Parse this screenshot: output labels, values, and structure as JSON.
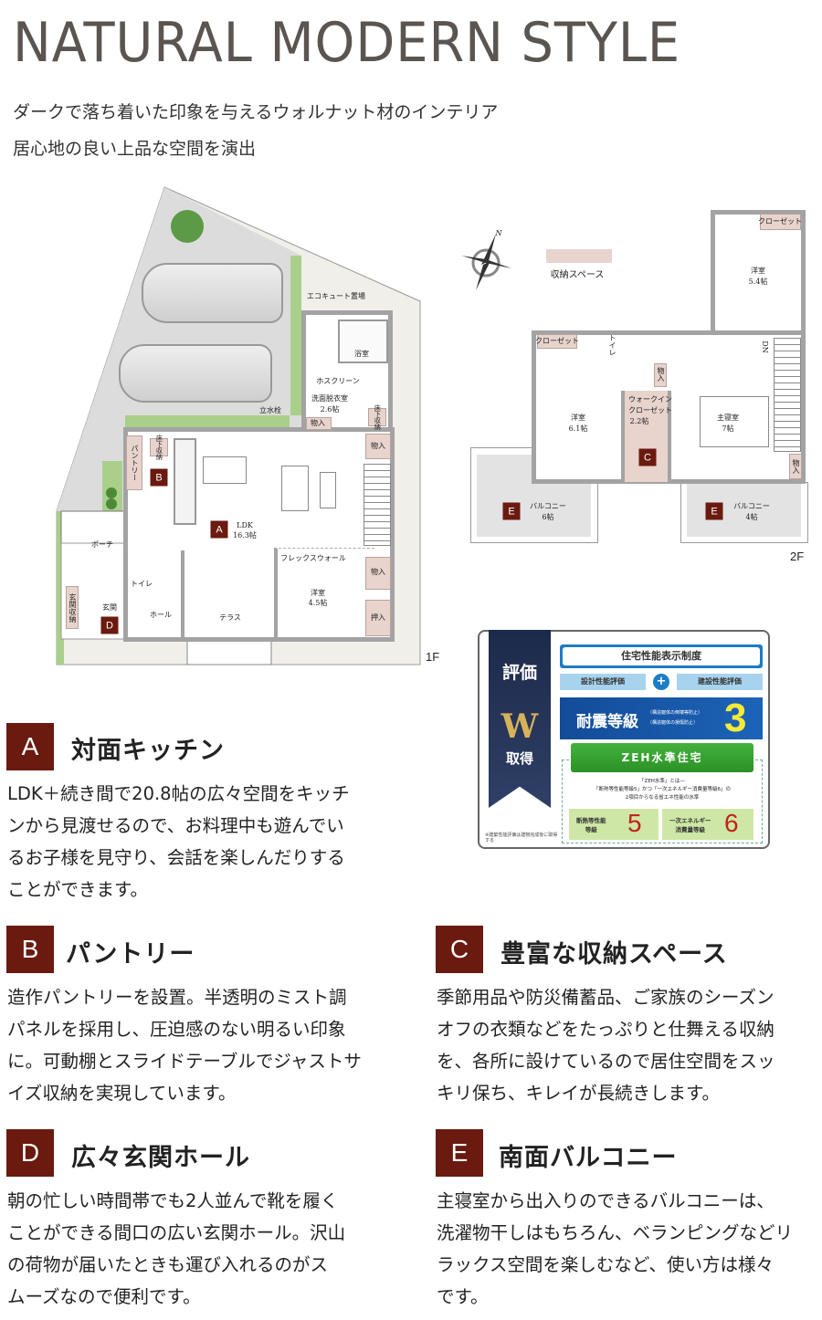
{
  "title": "NATURAL MODERN STYLE",
  "subtitle": [
    "ダークで落ち着いた印象を与えるウォルナット材のインテリア",
    "居心地の良い上品な空間を演出"
  ],
  "colors": {
    "accent": "#6a1a0f",
    "storage": "#e8d3cd",
    "wall": "#a3a3a3"
  },
  "plan1f": {
    "floor": "1F",
    "eco": "エコキュート置場",
    "bath": "浴室",
    "hos": "ホスクリーン",
    "wash": "洗面脱衣室",
    "wash_size": "2.6帖",
    "faucet": "立水栓",
    "mono1": "物入",
    "under1": "床下収納",
    "mono2": "物入",
    "pantry": "パントリー",
    "under2": "床下収納",
    "mkB": "B",
    "ldk": "LDK",
    "ldk_size": "16.3帖",
    "mkA": "A",
    "flex": "フレックスウォール",
    "mono3": "物入",
    "room": "洋室",
    "room_size": "4.5帖",
    "oshi": "押入",
    "toilet": "トイレ",
    "hall": "ホール",
    "terrace": "テラス",
    "porch": "ポーチ",
    "genkan": "玄関",
    "genkan_storage": "玄関収納",
    "mkD": "D"
  },
  "plan2f": {
    "floor": "2F",
    "north": "N",
    "legend": "収納スペース",
    "closet1": "クローゼット",
    "room1": "洋室",
    "room1_size": "5.4帖",
    "closet2": "クローゼット",
    "toilet": "トイレ",
    "dn": "DN",
    "mono1": "物入",
    "wic": "ウォークイン",
    "wic2": "クローゼット",
    "wic_size": "2.2帖",
    "mkC": "C",
    "room2": "洋室",
    "room2_size": "6.1帖",
    "master": "主寝室",
    "master_size": "7帖",
    "mono2": "物入",
    "mkE1": "E",
    "balc1": "バルコニー",
    "balc1_size": "6帖",
    "mkE2": "E",
    "balc2": "バルコニー",
    "balc2_size": "4帖"
  },
  "badge": {
    "side": "評価",
    "award": "W",
    "award_sub": "取得",
    "note": "※建築性能評価は建物完成後に取得する",
    "system": "住宅性能表示制度",
    "design": "設計性能評価",
    "plus": "+",
    "build": "建設性能評価",
    "quake": "耐震等級",
    "quake_note1": "（構造躯体の倒壊等防止）",
    "quake_note2": "（構造躯体の損傷防止）",
    "quake_grade": "3",
    "zeh": "ZEH水準住宅",
    "zeh_desc1": "「ZEH水準」とは―",
    "zeh_desc2": "「断熱等性能等級5」かつ「一次エネルギー消費量等級6」の",
    "zeh_desc3": "2項目からなる省エネ性能の水準",
    "ins": "断熱等性能\n等級",
    "ins_grade": "5",
    "energy": "一次エネルギー\n消費量等級",
    "energy_grade": "6"
  },
  "sections": [
    {
      "mark": "A",
      "title": "対面キッチン",
      "lines": [
        "LDK＋続き間で20.8帖の広々空間をキッチ",
        "ンから見渡せるので、お料理中も遊んでい",
        "るお子様を見守り、会話を楽しんだりする",
        "ことができます。"
      ]
    },
    {
      "mark": "B",
      "title": "パントリー",
      "lines": [
        "造作パントリーを設置。半透明のミスト調",
        "パネルを採用し、圧迫感のない明るい印象",
        "に。可動棚とスライドテーブルでジャストサ",
        "イズ収納を実現しています。"
      ]
    },
    {
      "mark": "C",
      "title": "豊富な収納スペース",
      "lines": [
        "季節用品や防災備蓄品、ご家族のシーズン",
        "オフの衣類などをたっぷりと仕舞える収納",
        "を、各所に設けているので居住空間をスッ",
        "キリ保ち、キレイが長続きします。"
      ]
    },
    {
      "mark": "D",
      "title": "広々玄関ホール",
      "lines": [
        "朝の忙しい時間帯でも2人並んで靴を履く",
        "ことができる間口の広い玄関ホール。沢山",
        "の荷物が届いたときも運び入れるのがス",
        "ムーズなので便利です。"
      ]
    },
    {
      "mark": "E",
      "title": "南面バルコニー",
      "lines": [
        "主寝室から出入りのできるバルコニーは、",
        "洗濯物干しはもちろん、ベランピングなどリ",
        "ラックス空間を楽しむなど、使い方は様々",
        "です。"
      ]
    }
  ]
}
